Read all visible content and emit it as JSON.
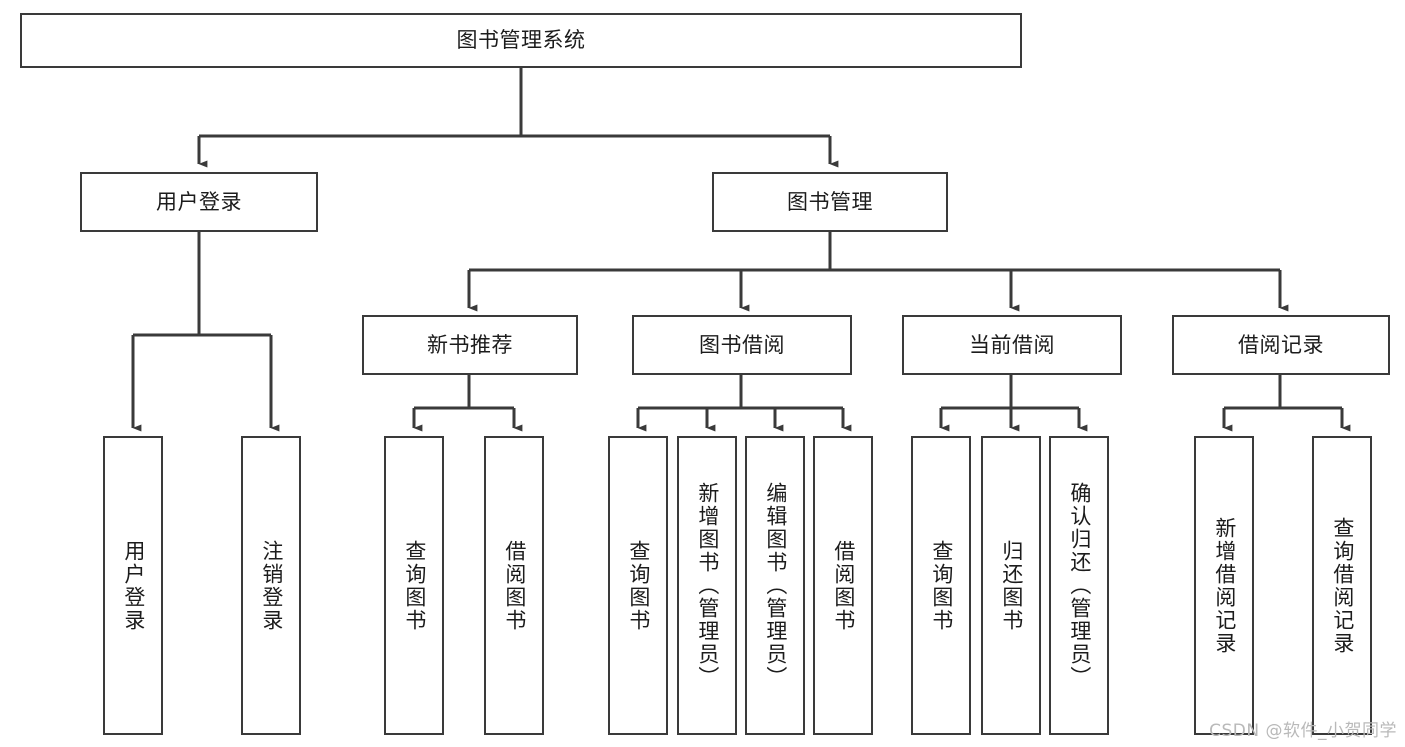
{
  "diagram": {
    "type": "tree",
    "title": "图书管理系统",
    "root": {
      "label": "图书管理系统"
    },
    "level2": [
      {
        "label": "用户登录"
      },
      {
        "label": "图书管理"
      }
    ],
    "level3": [
      {
        "label": "新书推荐"
      },
      {
        "label": "图书借阅"
      },
      {
        "label": "当前借阅"
      },
      {
        "label": "借阅记录"
      }
    ],
    "leaves": {
      "user_login": [
        {
          "label": "用户登录"
        },
        {
          "label": "注销登录"
        }
      ],
      "new_book": [
        {
          "label": "查询图书"
        },
        {
          "label": "借阅图书"
        }
      ],
      "borrow_book": [
        {
          "label": "查询图书"
        },
        {
          "label": "新增图书（管理员）"
        },
        {
          "label": "编辑图书（管理员）"
        },
        {
          "label": "借阅图书"
        }
      ],
      "current_borrow": [
        {
          "label": "查询图书"
        },
        {
          "label": "归还图书"
        },
        {
          "label": "确认归还（管理员）"
        }
      ],
      "borrow_record": [
        {
          "label": "新增借阅记录"
        },
        {
          "label": "查询借阅记录"
        }
      ]
    }
  },
  "watermark": {
    "text": "CSDN @软件_小贺同学"
  },
  "colors": {
    "stroke": "#3a3a3a",
    "text": "#1c1c1c",
    "background": "#ffffff",
    "watermark": "#b9b9b9"
  }
}
